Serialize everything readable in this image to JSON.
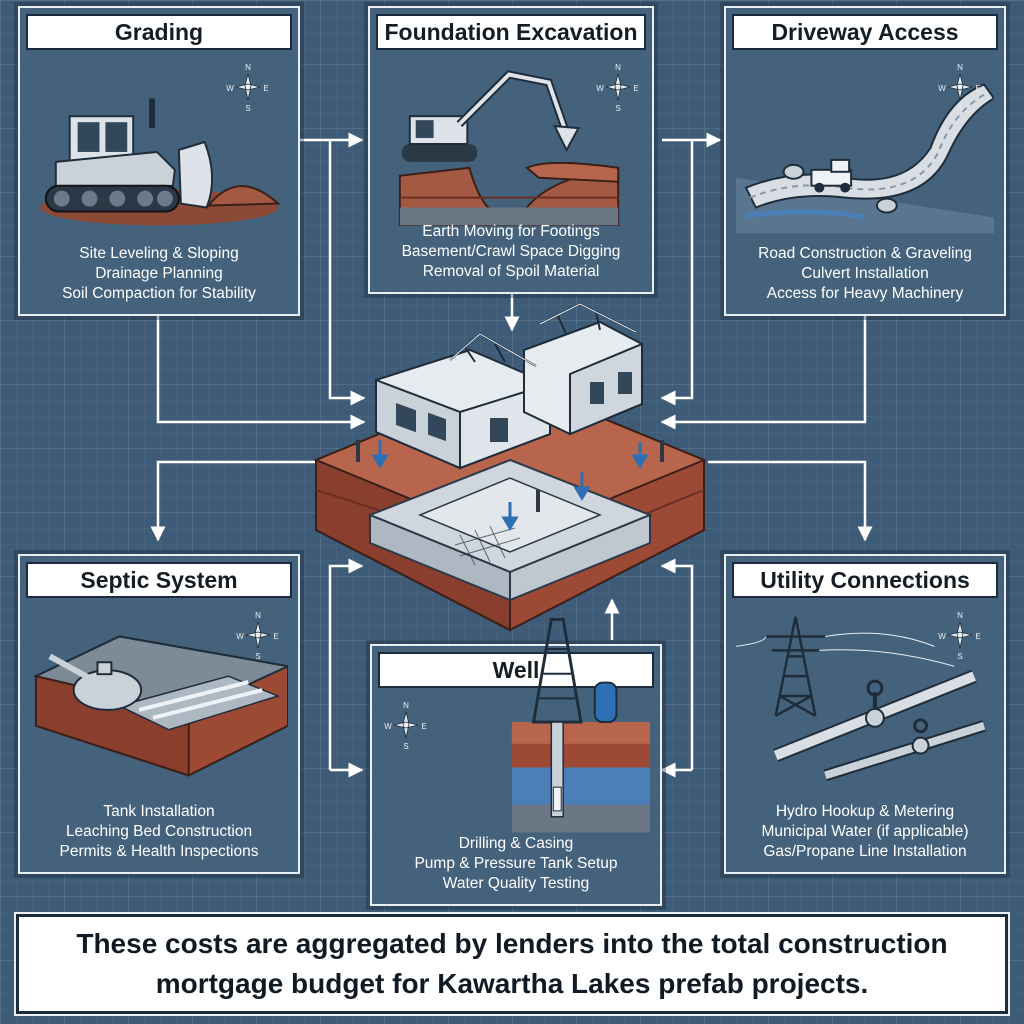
{
  "panels": {
    "grading": {
      "title": "Grading",
      "lines": [
        "Site Leveling & Sloping",
        "Drainage Planning",
        "Soil Compaction for Stability"
      ]
    },
    "foundation": {
      "title": "Foundation Excavation",
      "lines": [
        "Earth Moving for Footings",
        "Basement/Crawl Space Digging",
        "Removal of Spoil Material"
      ]
    },
    "driveway": {
      "title": "Driveway Access",
      "lines": [
        "Road Construction & Graveling",
        "Culvert Installation",
        "Access for Heavy Machinery"
      ]
    },
    "septic": {
      "title": "Septic System",
      "lines": [
        "Tank Installation",
        "Leaching Bed Construction",
        "Permits & Health Inspections"
      ]
    },
    "well": {
      "title": "Well",
      "lines": [
        "Drilling & Casing",
        "Pump & Pressure Tank Setup",
        "Water Quality Testing"
      ]
    },
    "utility": {
      "title": "Utility Connections",
      "lines": [
        "Hydro Hookup & Metering",
        "Municipal Water (if applicable)",
        "Gas/Propane Line Installation"
      ]
    }
  },
  "compass": {
    "n": "N",
    "s": "S",
    "e": "E",
    "w": "W"
  },
  "footer": {
    "line1": "These costs are aggregated by lenders into the total construction",
    "line2": "mortgage budget for Kawartha Lakes prefab projects."
  },
  "colors": {
    "background": "#3e5c78",
    "panel": "#45627d",
    "soil": "#a8553f",
    "water": "#4a7fb8",
    "connector": "#ffffff"
  }
}
